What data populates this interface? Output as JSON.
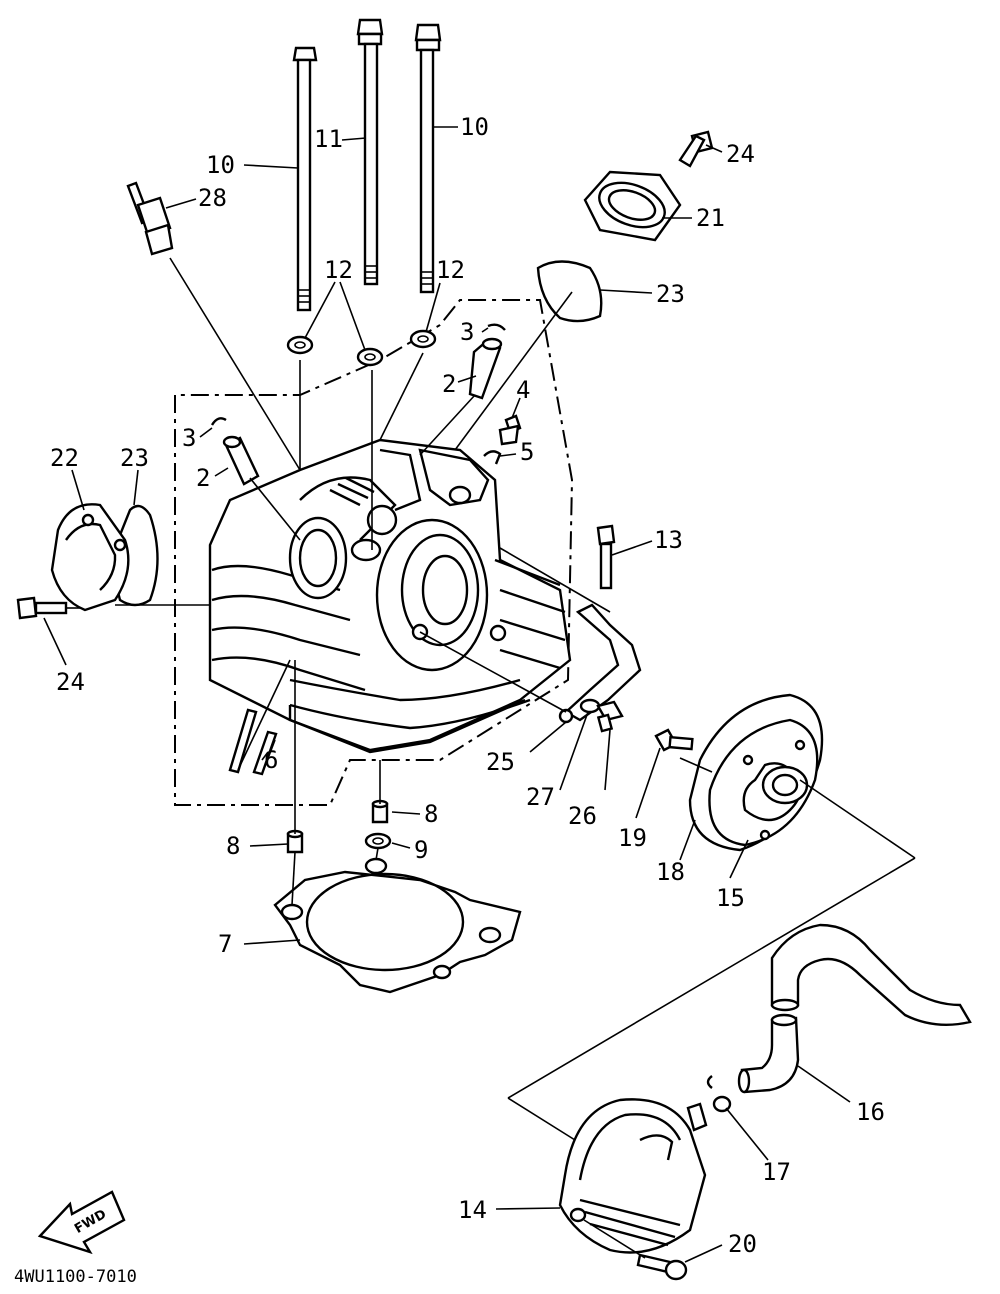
{
  "diagram": {
    "drawing_code": "4WU1100-7010",
    "fwd_label": "FWD",
    "callouts": [
      {
        "id": "c10a",
        "text": "10"
      },
      {
        "id": "c11",
        "text": "11"
      },
      {
        "id": "c10b",
        "text": "10"
      },
      {
        "id": "c24a",
        "text": "24"
      },
      {
        "id": "c28",
        "text": "28"
      },
      {
        "id": "c21",
        "text": "21"
      },
      {
        "id": "c12a",
        "text": "12"
      },
      {
        "id": "c12b",
        "text": "12"
      },
      {
        "id": "c23a",
        "text": "23"
      },
      {
        "id": "c3a",
        "text": "3"
      },
      {
        "id": "c2a",
        "text": "2"
      },
      {
        "id": "c4",
        "text": "4"
      },
      {
        "id": "c5",
        "text": "5"
      },
      {
        "id": "c3b",
        "text": "3"
      },
      {
        "id": "c2b",
        "text": "2"
      },
      {
        "id": "c22",
        "text": "22"
      },
      {
        "id": "c23b",
        "text": "23"
      },
      {
        "id": "c13",
        "text": "13"
      },
      {
        "id": "c24b",
        "text": "24"
      },
      {
        "id": "c25",
        "text": "25"
      },
      {
        "id": "c27",
        "text": "27"
      },
      {
        "id": "c26",
        "text": "26"
      },
      {
        "id": "c19",
        "text": "19"
      },
      {
        "id": "c6",
        "text": "6"
      },
      {
        "id": "c8a",
        "text": "8"
      },
      {
        "id": "c8b",
        "text": "8"
      },
      {
        "id": "c9",
        "text": "9"
      },
      {
        "id": "c18",
        "text": "18"
      },
      {
        "id": "c15",
        "text": "15"
      },
      {
        "id": "c7",
        "text": "7"
      },
      {
        "id": "c16",
        "text": "16"
      },
      {
        "id": "c17",
        "text": "17"
      },
      {
        "id": "c14",
        "text": "14"
      },
      {
        "id": "c20",
        "text": "20"
      }
    ]
  }
}
